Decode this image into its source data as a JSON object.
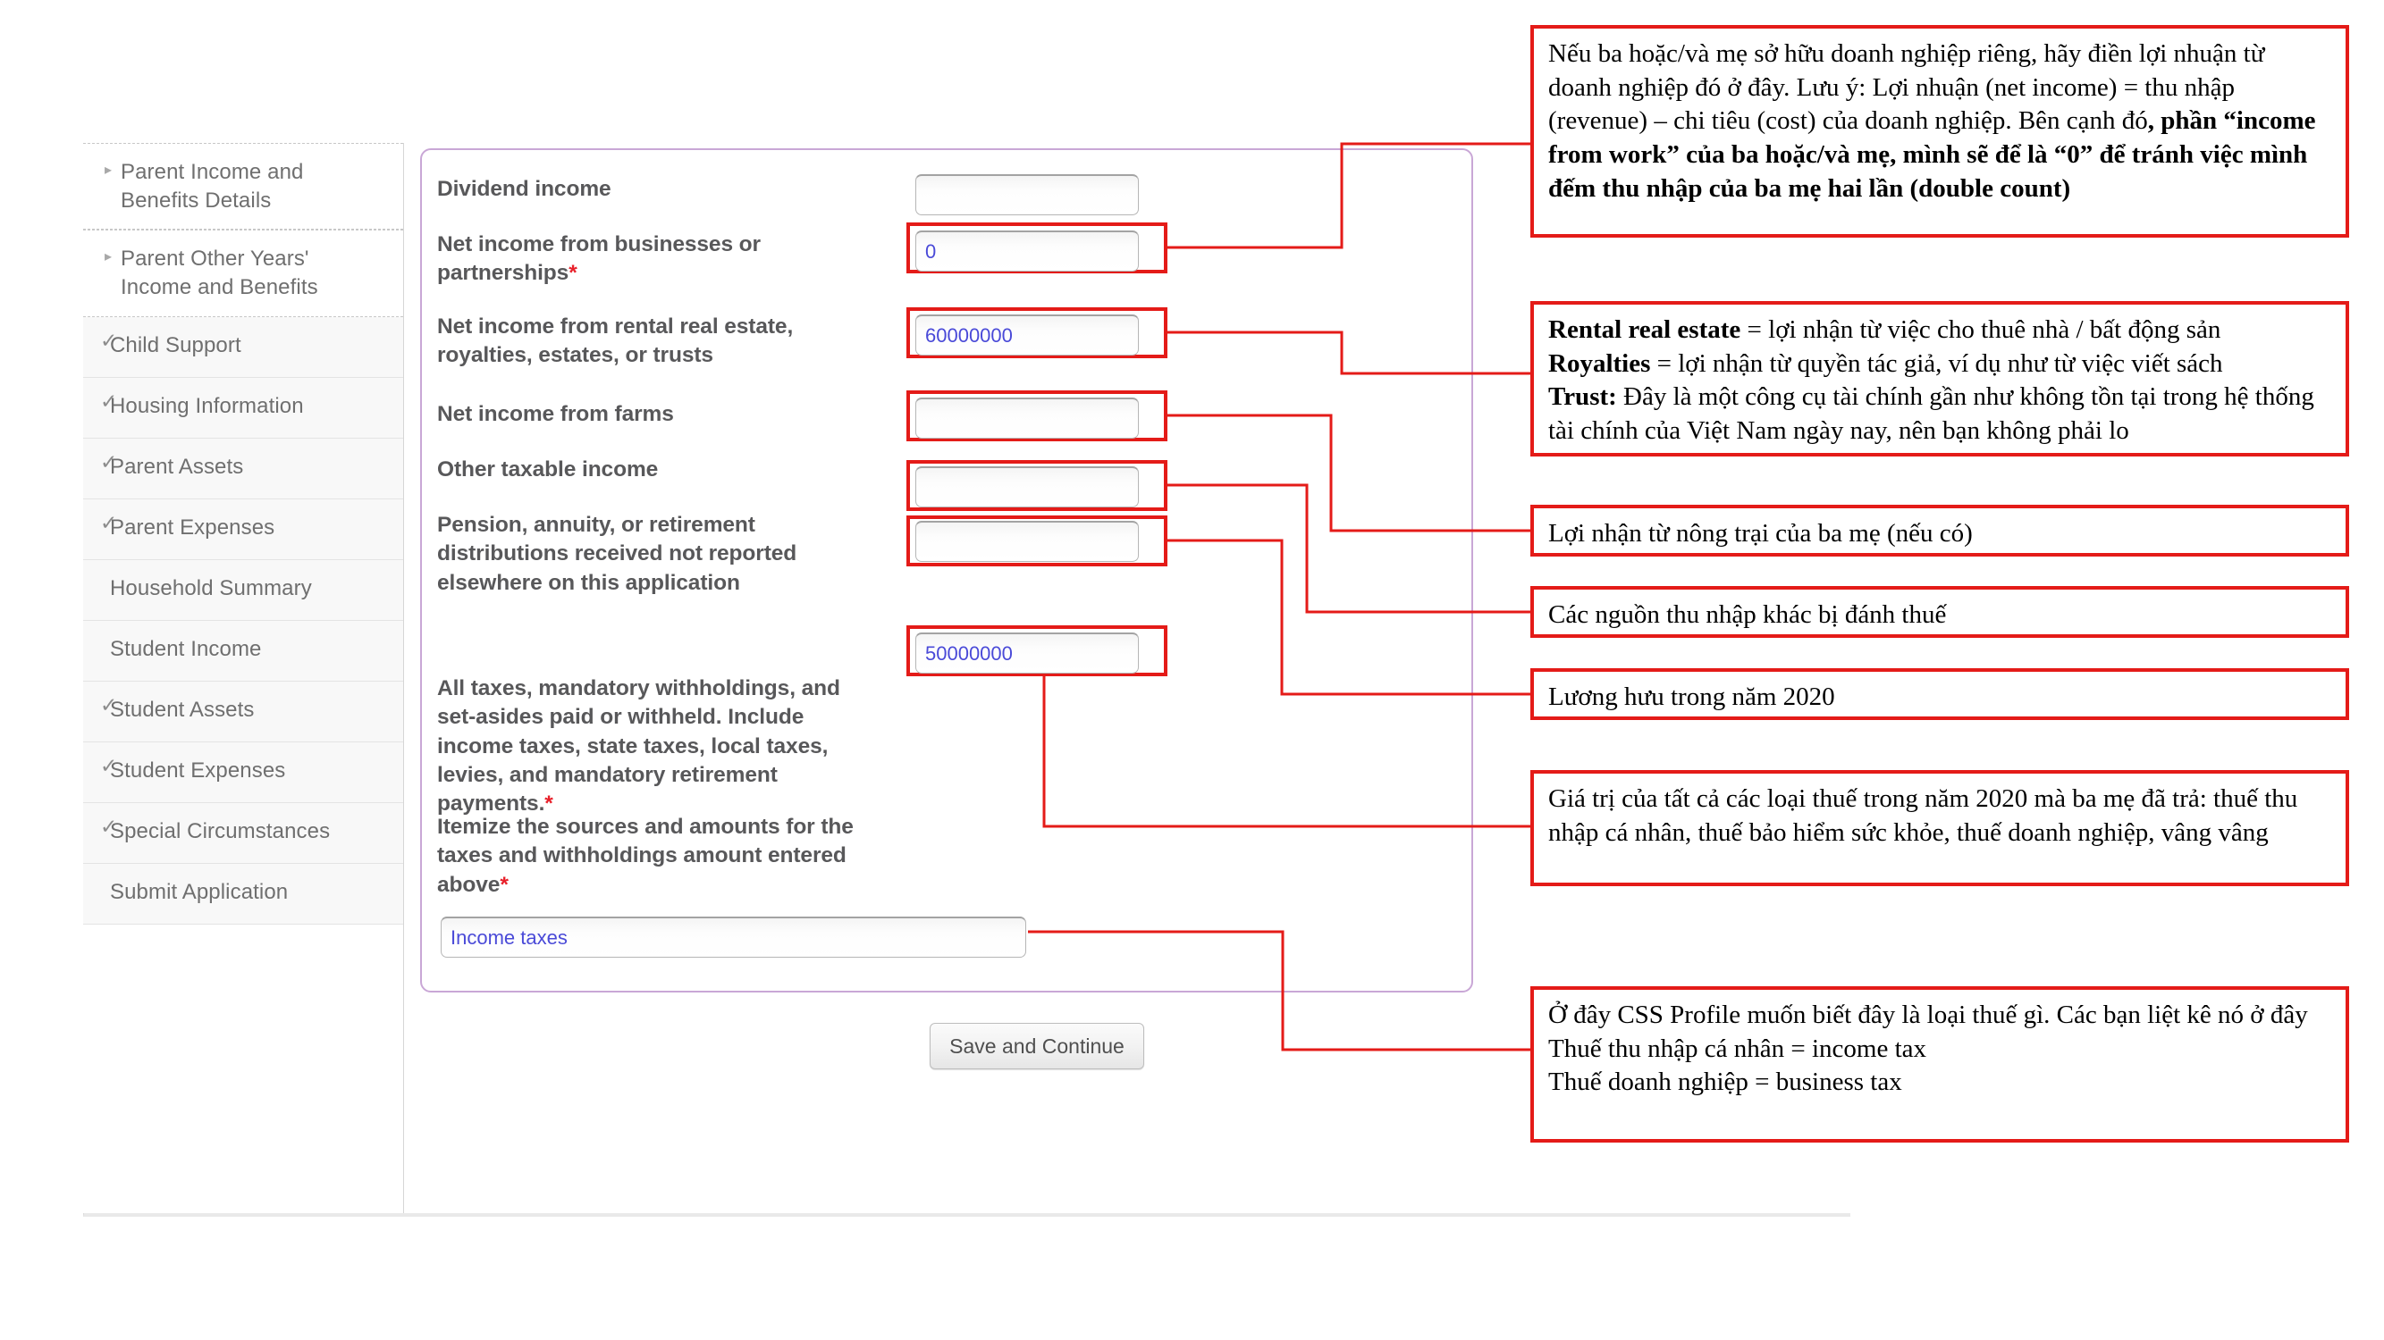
{
  "sidebar": {
    "items": [
      {
        "label": "Parent Income and Benefits Details",
        "state": "expandable",
        "icon": "triangle-right-icon"
      },
      {
        "label": "Parent Other Years' Income and Benefits",
        "state": "expandable",
        "icon": "triangle-right-icon"
      },
      {
        "label": "Child Support",
        "state": "checked",
        "icon": "check-icon"
      },
      {
        "label": "Housing Information",
        "state": "checked",
        "icon": "check-icon"
      },
      {
        "label": "Parent Assets",
        "state": "checked",
        "icon": "check-icon"
      },
      {
        "label": "Parent Expenses",
        "state": "checked",
        "icon": "check-icon"
      },
      {
        "label": "Household Summary",
        "state": "plain",
        "icon": ""
      },
      {
        "label": "Student Income",
        "state": "plain",
        "icon": ""
      },
      {
        "label": "Student Assets",
        "state": "checked",
        "icon": "check-icon"
      },
      {
        "label": "Student Expenses",
        "state": "checked",
        "icon": "check-icon"
      },
      {
        "label": "Special Circumstances",
        "state": "checked",
        "icon": "check-icon"
      },
      {
        "label": "Submit Application",
        "state": "plain",
        "icon": ""
      }
    ]
  },
  "form": {
    "fields": [
      {
        "label": "Dividend income",
        "value": "",
        "required": false,
        "highlighted": false
      },
      {
        "label": "Net income from businesses or partnerships",
        "value": "0",
        "required": true,
        "highlighted": true
      },
      {
        "label": "Net income from rental real estate, royalties, estates, or trusts",
        "value": "60000000",
        "required": false,
        "highlighted": true
      },
      {
        "label": "Net income from farms",
        "value": "",
        "required": false,
        "highlighted": true
      },
      {
        "label": "Other taxable income",
        "value": "",
        "required": false,
        "highlighted": true
      },
      {
        "label": "Pension, annuity, or retirement distributions received not reported elsewhere on this application",
        "value": "",
        "required": false,
        "highlighted": true
      },
      {
        "label": "All taxes, mandatory withholdings, and set-asides paid or withheld. Include income taxes, state taxes, local taxes, levies, and mandatory retirement payments.",
        "value": "50000000",
        "required": true,
        "highlighted": true
      },
      {
        "label": "Itemize the sources and amounts for the taxes and withholdings amount entered above",
        "value": "Income taxes",
        "required": true,
        "highlighted": false
      }
    ],
    "required_marker": "*",
    "save_button_label": "Save and Continue"
  },
  "notes": [
    {
      "id": "note-business-income",
      "segments": [
        {
          "text": "Nếu ba hoặc/và mẹ sở hữu doanh nghiệp riêng, hãy điền lợi nhuận từ doanh nghiệp đó ở đây. Lưu ý: Lợi nhuận (net income) = thu nhập (revenue) – chi tiêu (cost) của doanh nghiệp. Bên cạnh đó",
          "bold": false
        },
        {
          "text": ", phần “income from work” của ba hoặc/và mẹ, mình sẽ để là “0” để tránh việc mình đếm thu nhập của ba mẹ hai lần (double count)",
          "bold": true
        }
      ]
    },
    {
      "id": "note-rental-royalties-trust",
      "segments": [
        {
          "text": "Rental real estate",
          "bold": true
        },
        {
          "text": " = lợi nhận từ việc cho thuê nhà / bất động sản",
          "bold": false
        },
        {
          "text": "\n",
          "bold": false
        },
        {
          "text": "Royalties",
          "bold": true
        },
        {
          "text": " = lợi nhận từ quyền tác giả, ví dụ như từ việc viết sách",
          "bold": false
        },
        {
          "text": "\n",
          "bold": false
        },
        {
          "text": "Trust:",
          "bold": true
        },
        {
          "text": " Đây là một công cụ tài chính gần như không tồn tại trong hệ thống tài chính của Việt Nam ngày nay, nên bạn không phải lo",
          "bold": false
        }
      ]
    },
    {
      "id": "note-farm-income",
      "segments": [
        {
          "text": "Lợi nhận từ nông trại của ba mẹ (nếu có)",
          "bold": false
        }
      ]
    },
    {
      "id": "note-other-taxable-income",
      "segments": [
        {
          "text": "Các nguồn thu nhập khác bị đánh thuế",
          "bold": false
        }
      ]
    },
    {
      "id": "note-pension",
      "segments": [
        {
          "text": "Lương hưu trong năm 2020",
          "bold": false
        }
      ]
    },
    {
      "id": "note-all-taxes",
      "segments": [
        {
          "text": "Giá trị của tất cả các loại thuế trong năm 2020 mà ba mẹ đã trả: thuế thu nhập cá nhân, thuế bảo hiểm sức khỏe, thuế doanh nghiệp, vâng vâng",
          "bold": false
        }
      ]
    },
    {
      "id": "note-itemize",
      "segments": [
        {
          "text": "Ở đây CSS Profile muốn biết đây là loại thuế gì. Các bạn liệt kê nó ở đây",
          "bold": false
        },
        {
          "text": "\n",
          "bold": false
        },
        {
          "text": "Thuế thu nhập cá nhân = income tax",
          "bold": false
        },
        {
          "text": "\n",
          "bold": false
        },
        {
          "text": "Thuế doanh nghiệp = business tax",
          "bold": false
        }
      ]
    }
  ],
  "colors": {
    "annotation_red": "#e41b18",
    "panel_purple": "#c9a7d6",
    "label_gray": "#58585a",
    "input_value_blue": "#4a4ad8",
    "required_red": "#e8202a"
  }
}
